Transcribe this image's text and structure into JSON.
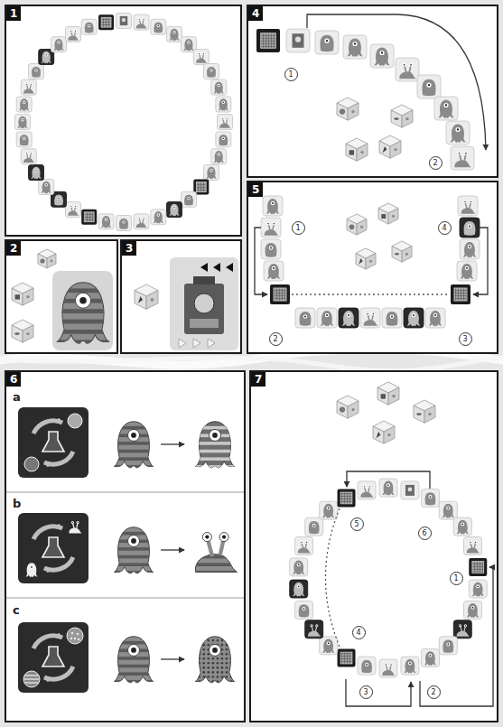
{
  "diagram": {
    "nodes": [
      {
        "text": [
          "1"
        ]
      },
      {
        "text": [
          "4"
        ]
      },
      {
        "text": [
          "1"
        ],
        "in": 1
      },
      {
        "text": [
          "2"
        ],
        "in": 1
      },
      {
        "text": [
          "2"
        ]
      },
      {
        "text": [
          "3"
        ]
      },
      {
        "text": [
          "5"
        ]
      },
      {
        "text": [
          "1"
        ],
        "in": 6
      },
      {
        "text": [
          "4"
        ],
        "in": 6
      },
      {
        "text": [
          "2"
        ],
        "in": 6
      },
      {
        "text": [
          "3"
        ],
        "in": 6
      },
      {
        "text": [
          "6"
        ]
      },
      {
        "text": [
          "7"
        ]
      },
      {
        "text": [
          "5"
        ],
        "in": 12
      },
      {
        "text": [
          "6"
        ],
        "in": 12
      },
      {
        "text": [
          "1"
        ],
        "in": 12
      },
      {
        "text": [
          "4"
        ],
        "in": 12
      },
      {
        "text": [
          "3"
        ],
        "in": 12
      },
      {
        "text": [
          "2"
        ],
        "in": 12
      }
    ],
    "labels": [
      "a",
      "b",
      "c"
    ]
  }
}
